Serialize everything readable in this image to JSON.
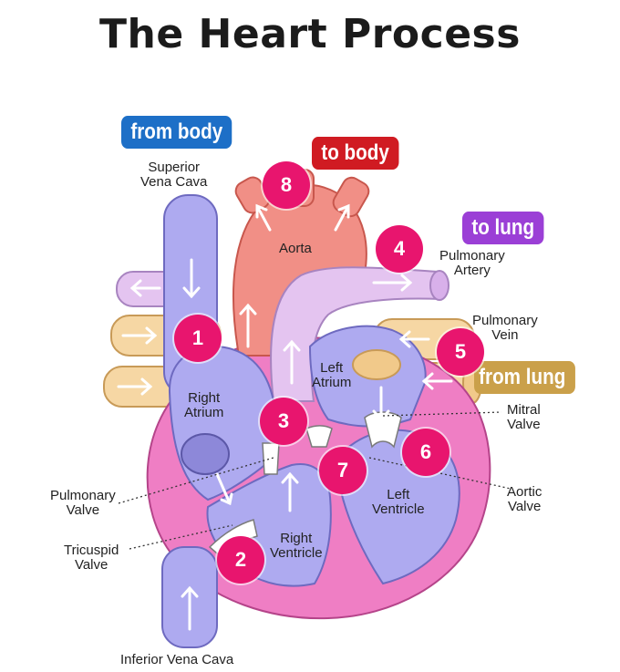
{
  "title": "The Heart Process",
  "tags": {
    "from_body": "from body",
    "to_body": "to body",
    "to_lung": "to lung",
    "from_lung": "from lung"
  },
  "labels": {
    "superior_vena_cava": "Superior\nVena Cava",
    "aorta": "Aorta",
    "pulmonary_artery": "Pulmonary\nArtery",
    "pulmonary_vein": "Pulmonary\nVein",
    "left_atrium": "Left\nAtrium",
    "right_atrium": "Right\nAtrium",
    "mitral_valve": "Mitral\nValve",
    "pulmonary_valve": "Pulmonary\nValve",
    "aortic_valve": "Aortic\nValve",
    "left_ventricle": "Left\nVentricle",
    "tricuspid_valve": "Tricuspid\nValve",
    "right_ventricle": "Right\nVentricle",
    "inferior_vena_cava": "Inferior Vena Cava"
  },
  "steps": [
    "1",
    "2",
    "3",
    "4",
    "5",
    "6",
    "7",
    "8"
  ],
  "colors": {
    "from_body": "#1d6fc7",
    "to_body": "#d01b22",
    "to_lung": "#9b3fd6",
    "from_lung": "#caa04a",
    "step_marker": "#e8156e",
    "outer_wall": "#ef7ec4",
    "vena_cava": "#aeaaf0",
    "aorta": "#f18f86",
    "pulmonary_artery": "#e4c4f0",
    "pulmonary_vein": "#f6d7a4"
  }
}
